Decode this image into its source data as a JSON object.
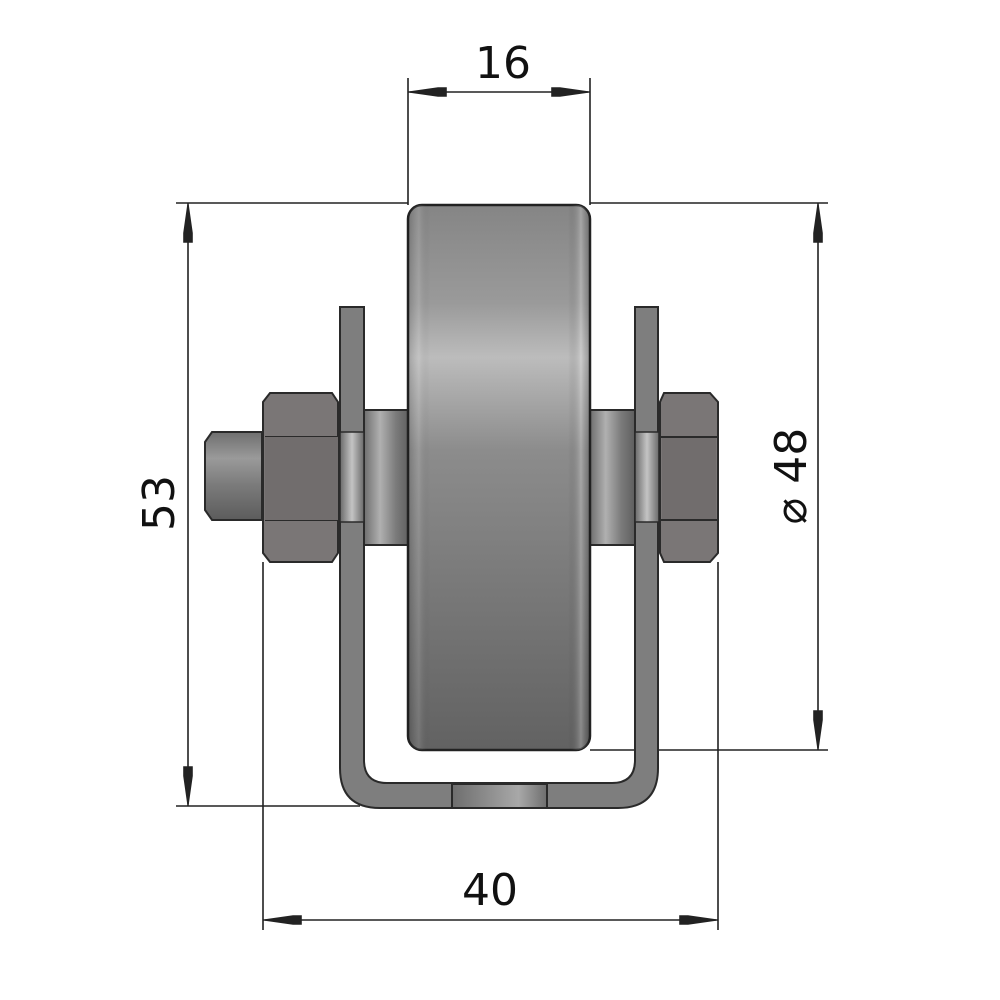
{
  "drawing": {
    "subject": "Conveyor roller wheel with U-bracket, axle and hex nuts",
    "units": "mm",
    "background": "#ffffff",
    "line_color": "#222222"
  },
  "dimensions": {
    "wheel_width": {
      "label": "16",
      "orientation": "horizontal"
    },
    "overall_height": {
      "label": "53",
      "orientation": "vertical"
    },
    "wheel_diameter": {
      "label": "⌀ 48",
      "symbol": "⌀",
      "value": "48",
      "orientation": "vertical"
    },
    "overall_width": {
      "label": "40",
      "orientation": "horizontal"
    }
  },
  "parts": {
    "wheel": {
      "color_top": "#8a8a8a",
      "color_mid": "#b8b8b8",
      "color_bottom": "#6a6a6a"
    },
    "bracket": {
      "color": "#7d7d7d"
    },
    "axle": {
      "color": "#8c8c8c"
    },
    "nut": {
      "color": "#747070"
    },
    "bolt_end": {
      "color": "#7a7a7a"
    }
  }
}
